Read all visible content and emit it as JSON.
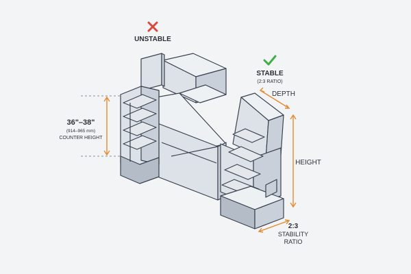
{
  "colors": {
    "background": "#f3f4f6",
    "unstable_mark": "#d9493a",
    "stable_mark": "#3fae4a",
    "dimension_line": "#e58a2e",
    "outline": "#3a4250"
  },
  "icons": {
    "unstable": "cross-icon",
    "stable": "check-icon"
  },
  "unstable": {
    "label": "UNSTABLE"
  },
  "stable": {
    "label": "STABLE",
    "ratio_note": "(2:3 RATIO)"
  },
  "counter_height": {
    "range": "36\"–38\"",
    "metric": "(914–965 mm)",
    "caption": "COUNTER HEIGHT"
  },
  "dimensions": {
    "depth": "DEPTH",
    "height": "HEIGHT",
    "ratio_value": "2:3",
    "ratio_line1": "STABILITY",
    "ratio_line2": "RATIO"
  }
}
